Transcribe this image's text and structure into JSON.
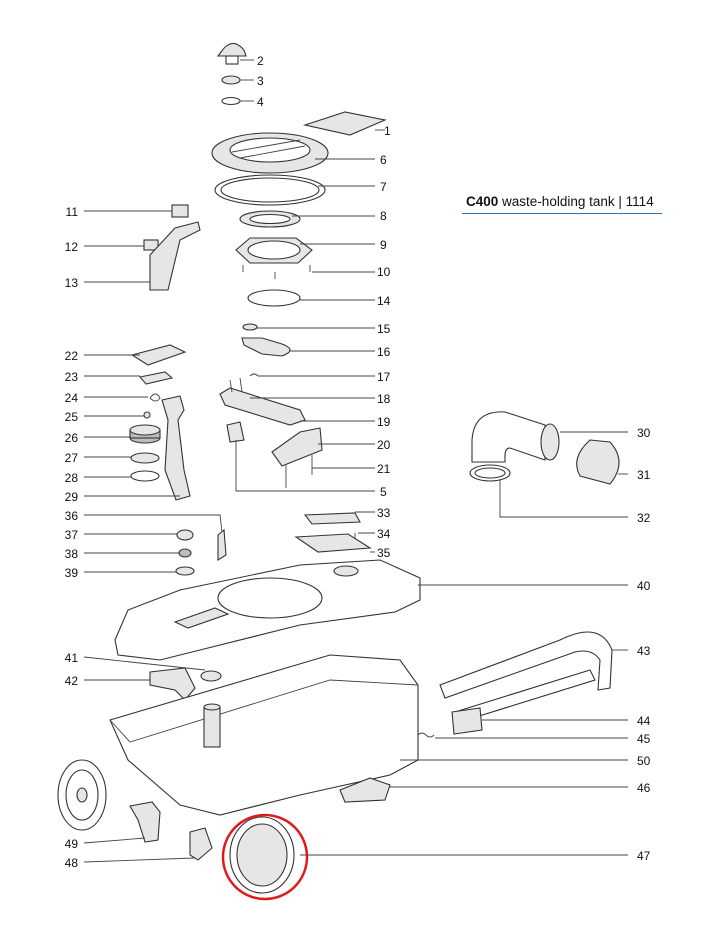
{
  "title": {
    "model": "C400",
    "name": "waste-holding tank",
    "separator": "|",
    "code": "1114"
  },
  "callouts": [
    "1",
    "2",
    "3",
    "4",
    "5",
    "6",
    "7",
    "8",
    "9",
    "10",
    "11",
    "12",
    "13",
    "14",
    "15",
    "16",
    "17",
    "18",
    "19",
    "20",
    "21",
    "22",
    "23",
    "24",
    "25",
    "26",
    "27",
    "28",
    "29",
    "30",
    "31",
    "32",
    "33",
    "34",
    "35",
    "36",
    "37",
    "38",
    "39",
    "40",
    "41",
    "42",
    "43",
    "44",
    "45",
    "46",
    "47",
    "48",
    "49",
    "50"
  ],
  "highlight": {
    "part": "47",
    "color": "#e01a1a"
  },
  "colors": {
    "title_rule": "#2e74b5",
    "line": "#444444"
  }
}
